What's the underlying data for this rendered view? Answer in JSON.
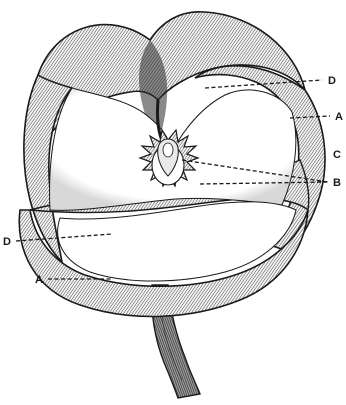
{
  "figure": {
    "labels": {
      "d_right": "D",
      "a_right": "A",
      "c_right": "C",
      "b_right": "B",
      "d_left": "D",
      "a_left": "A"
    }
  },
  "colors": {
    "ink": "#1a1a1a",
    "shade": "#6e6e6e",
    "paper": "#ffffff"
  }
}
